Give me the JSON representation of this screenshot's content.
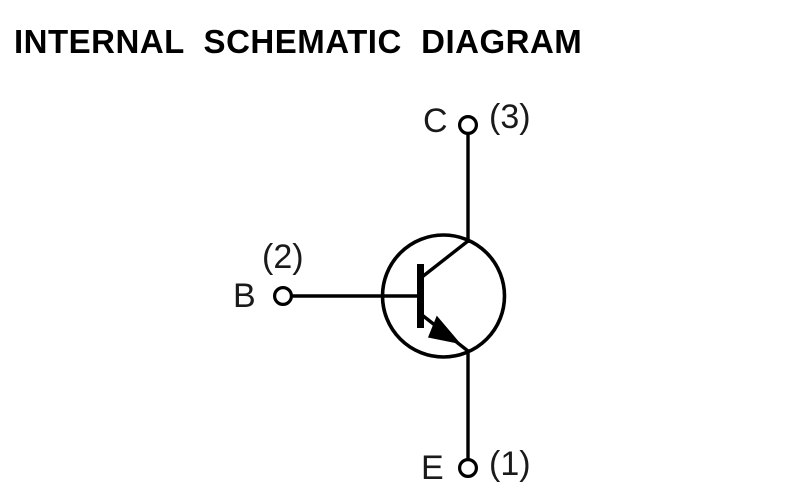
{
  "page": {
    "title": "INTERNAL  SCHEMATIC  DIAGRAM",
    "background_color": "#ffffff",
    "ink_color": "#000000"
  },
  "schematic": {
    "device_type": "NPN bipolar junction transistor",
    "symbol_name": "npn-transistor-symbol",
    "terminals": [
      {
        "id": "collector",
        "letter": "C",
        "pin": "(3)",
        "pin_number": 3,
        "position": "top"
      },
      {
        "id": "base",
        "letter": "B",
        "pin": "(2)",
        "pin_number": 2,
        "position": "left"
      },
      {
        "id": "emitter",
        "letter": "E",
        "pin": "(1)",
        "pin_number": 1,
        "position": "bottom"
      }
    ]
  }
}
